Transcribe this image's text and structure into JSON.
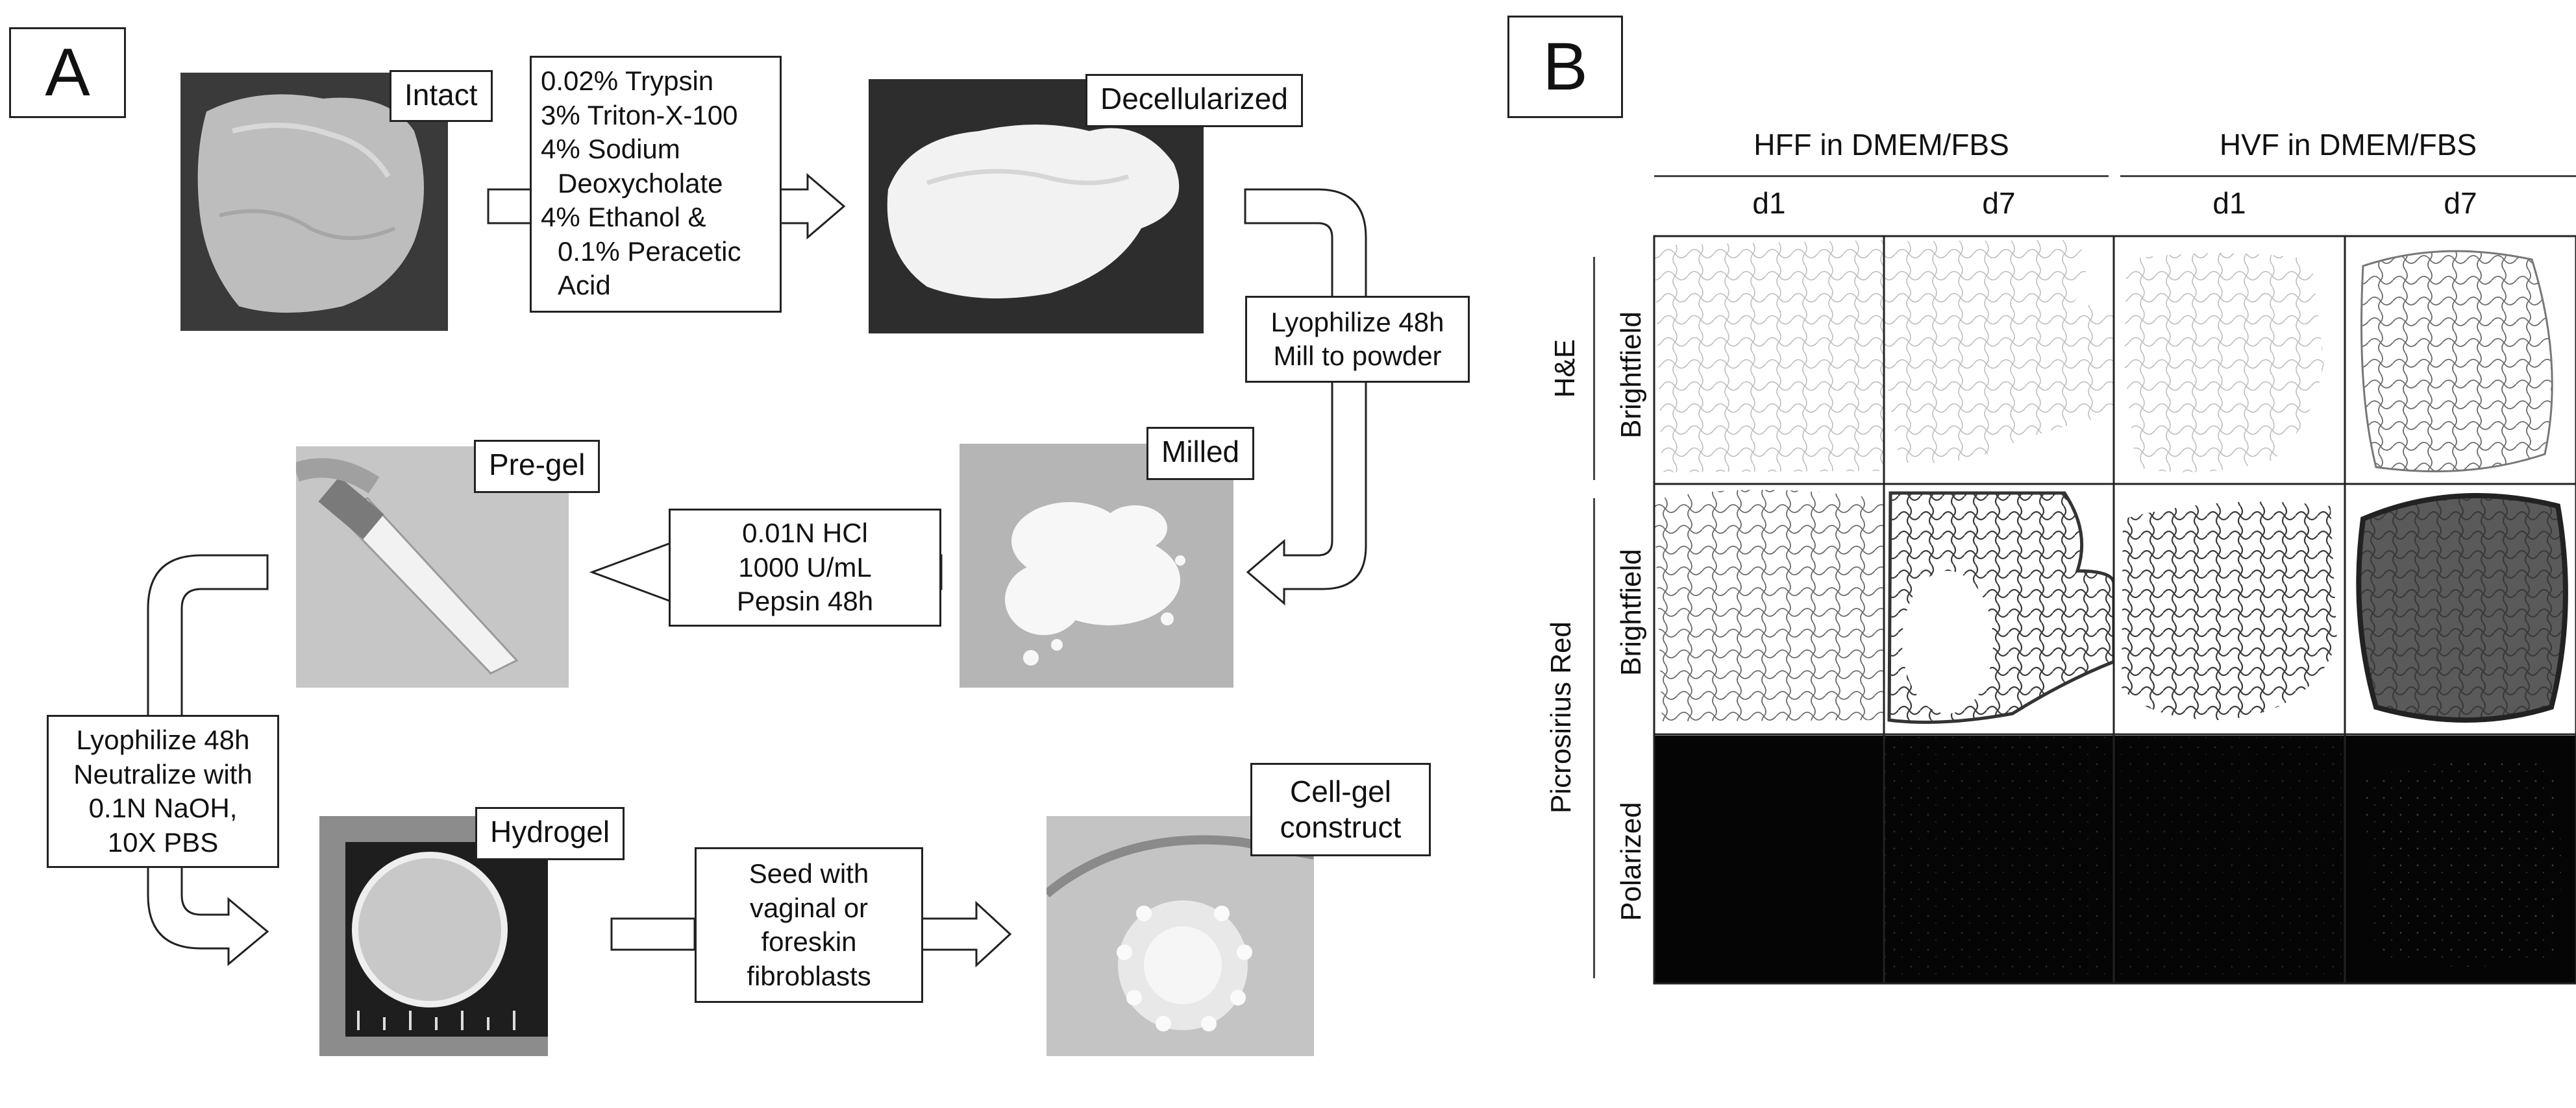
{
  "panel_a": {
    "letter": "A",
    "stages": {
      "intact": "Intact",
      "decellularized": "Decellularized",
      "milled": "Milled",
      "pregel": "Pre-gel",
      "hydrogel": "Hydrogel",
      "cellgel": [
        "Cell-gel",
        "construct"
      ]
    },
    "steps": {
      "decell": [
        "0.02% Trypsin",
        "3% Triton-X-100",
        "4% Sodium",
        "Deoxycholate",
        "4% Ethanol &",
        "0.1% Peracetic",
        "Acid"
      ],
      "lyophilize_mill": [
        "Lyophilize 48h",
        "Mill to powder"
      ],
      "digest": [
        "0.01N HCl",
        "1000 U/mL",
        "Pepsin 48h"
      ],
      "neutralize": [
        "Lyophilize 48h",
        "Neutralize with",
        "0.1N NaOH,",
        "10X PBS"
      ],
      "seed": [
        "Seed with",
        "vaginal or",
        "foreskin",
        "fibroblasts"
      ]
    }
  },
  "panel_b": {
    "letter": "B",
    "group_headers": [
      "HFF in DMEM/FBS",
      "HVF in DMEM/FBS"
    ],
    "time_headers": [
      "d1",
      "d7",
      "d1",
      "d7"
    ],
    "stain_labels": [
      "H&E",
      "Picrosirius Red"
    ],
    "imaging_labels": [
      "Brightfield",
      "Brightfield",
      "Polarized"
    ]
  }
}
